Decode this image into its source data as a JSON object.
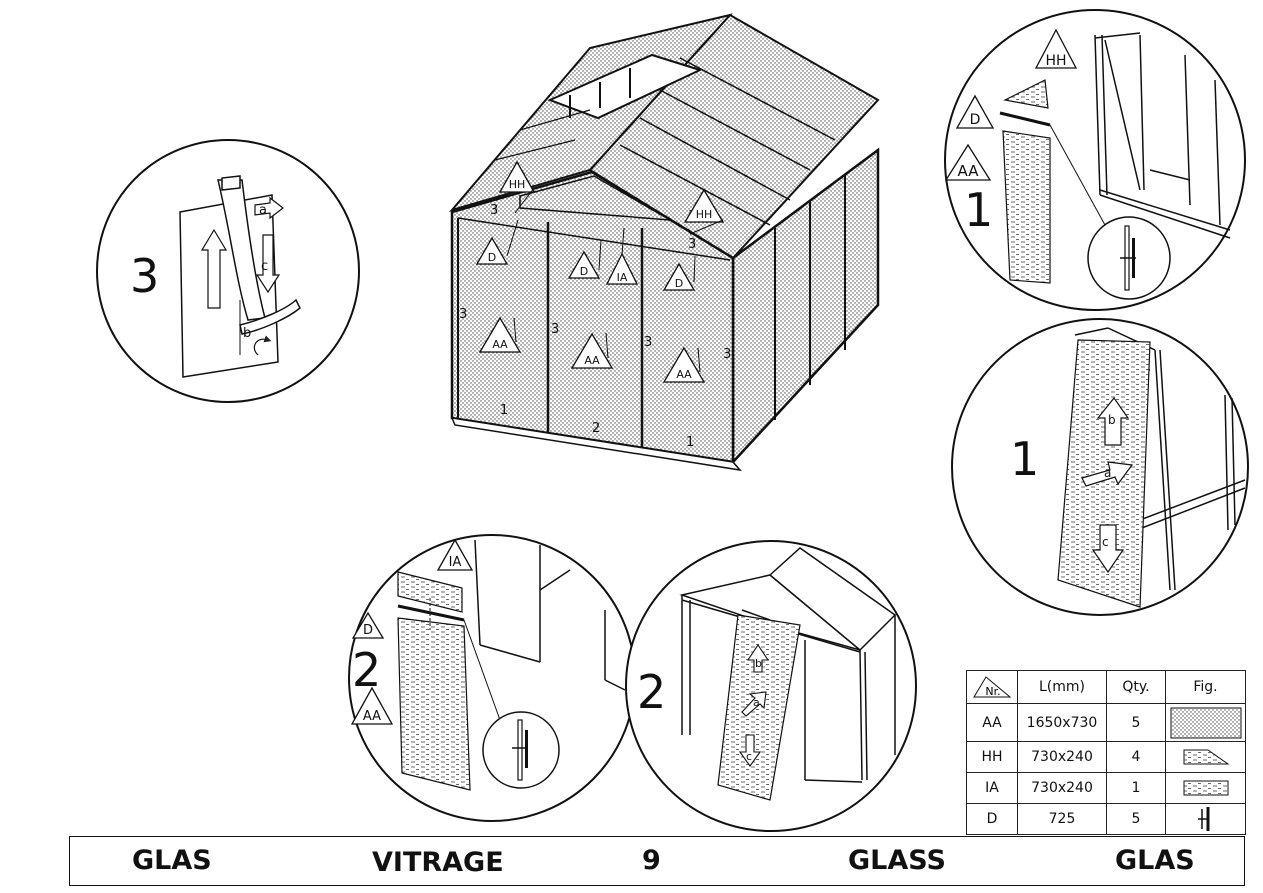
{
  "steps": {
    "step1": "1",
    "step1_detail": "1",
    "step2_left": "2",
    "step2_right": "2",
    "step3": "3"
  },
  "part_codes": {
    "aa": "AA",
    "hh": "HH",
    "ia": "IA",
    "d": "D"
  },
  "arrow_letters": {
    "a": "a",
    "b": "b",
    "c": "c"
  },
  "frame_numbers": {
    "one": "1",
    "two": "2",
    "three": "3"
  },
  "table": {
    "headers": {
      "nr": "Nr.",
      "length": "L(mm)",
      "qty": "Qty.",
      "fig": "Fig."
    },
    "rows": [
      {
        "nr": "AA",
        "length": "1650x730",
        "qty": "5",
        "fig": "dotted-panel"
      },
      {
        "nr": "HH",
        "length": "730x240",
        "qty": "4",
        "fig": "trapezoid-panel"
      },
      {
        "nr": "IA",
        "length": "730x240",
        "qty": "1",
        "fig": "small-panel"
      },
      {
        "nr": "D",
        "length": "725",
        "qty": "5",
        "fig": "h-profile"
      }
    ]
  },
  "footer": {
    "left": "GLAS",
    "center_left": "VITRAGE",
    "page": "9",
    "center_right": "GLASS",
    "right": "GLAS"
  }
}
